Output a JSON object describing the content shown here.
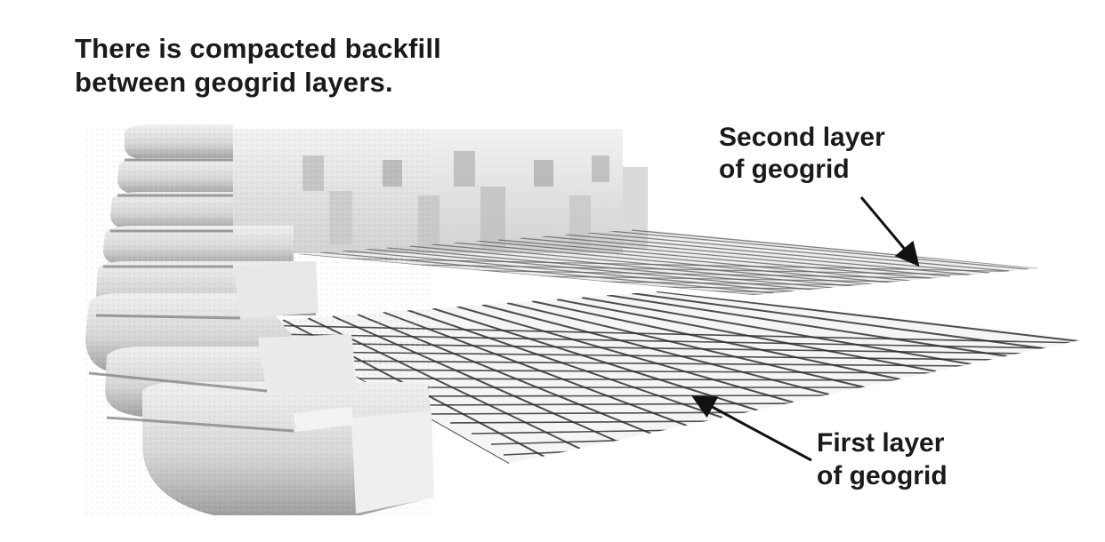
{
  "heading": {
    "line1": "There is compacted backfill",
    "line2": "between geogrid layers."
  },
  "labels": {
    "second_layer": {
      "line1": "Second layer",
      "line2": "of geogrid"
    },
    "first_layer": {
      "line1": "First layer",
      "line2": "of geogrid"
    }
  },
  "colors": {
    "text": "#1a1a1a",
    "block_face": "#e2e2e2",
    "block_top": "#ebebeb",
    "block_shadow": "#9a9a9a",
    "grid_line": "#3a3a3a",
    "arrow": "#111111"
  }
}
